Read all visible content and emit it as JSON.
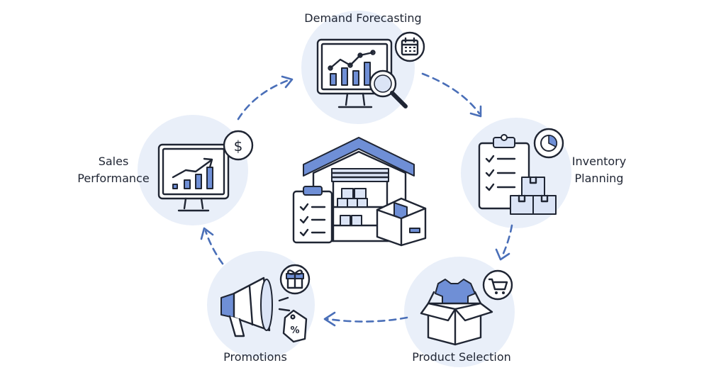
{
  "steps": {
    "demand": {
      "label": "Demand Forecasting"
    },
    "inventory": {
      "label_line1": "Inventory",
      "label_line2": "Planning"
    },
    "product": {
      "label": "Product Selection"
    },
    "promotions": {
      "label": "Promotions"
    },
    "sales": {
      "label_line1": "Sales",
      "label_line2": "Performance"
    }
  },
  "badges": {
    "sales_symbol": "$",
    "tag_symbol": "%"
  },
  "colors": {
    "ink": "#1f2533",
    "accent": "#6f8fd6",
    "arrow": "#4a6fb8",
    "blob": "#e9eff9"
  }
}
